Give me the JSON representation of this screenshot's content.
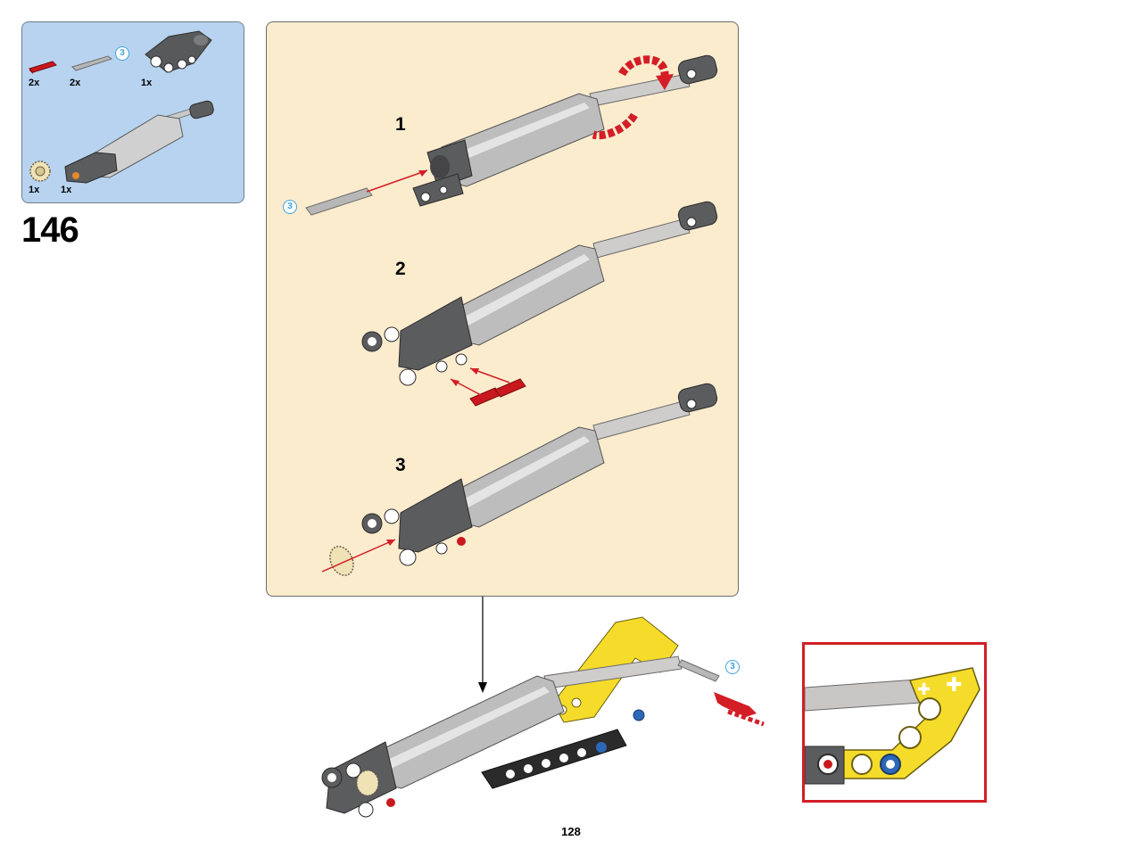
{
  "step": {
    "number": "146"
  },
  "parts_list": {
    "parts": [
      {
        "name": "red-axle-pin",
        "count": "2x"
      },
      {
        "name": "grey-axle",
        "count": "2x",
        "callout": "3"
      },
      {
        "name": "dark-grey-connector",
        "count": "1x"
      },
      {
        "name": "tan-gear",
        "count": "1x"
      },
      {
        "name": "pneumatic-cylinder",
        "count": "1x"
      }
    ]
  },
  "substeps": [
    {
      "number": "1",
      "callout": "3"
    },
    {
      "number": "2"
    },
    {
      "number": "3"
    }
  ],
  "assembly": {
    "callout": "3"
  },
  "page": {
    "number": "128"
  },
  "colors": {
    "parts_box_bg": "#b7d3ef",
    "substep_box_bg": "#fcecce",
    "detail_border": "#d41e26",
    "callout_blue": "#3fa2d9",
    "arrow_red": "#d41e26",
    "piece_yellow": "#f6dc2a",
    "piece_dark_grey": "#595a5c",
    "piece_light_grey": "#a9a9ab"
  }
}
